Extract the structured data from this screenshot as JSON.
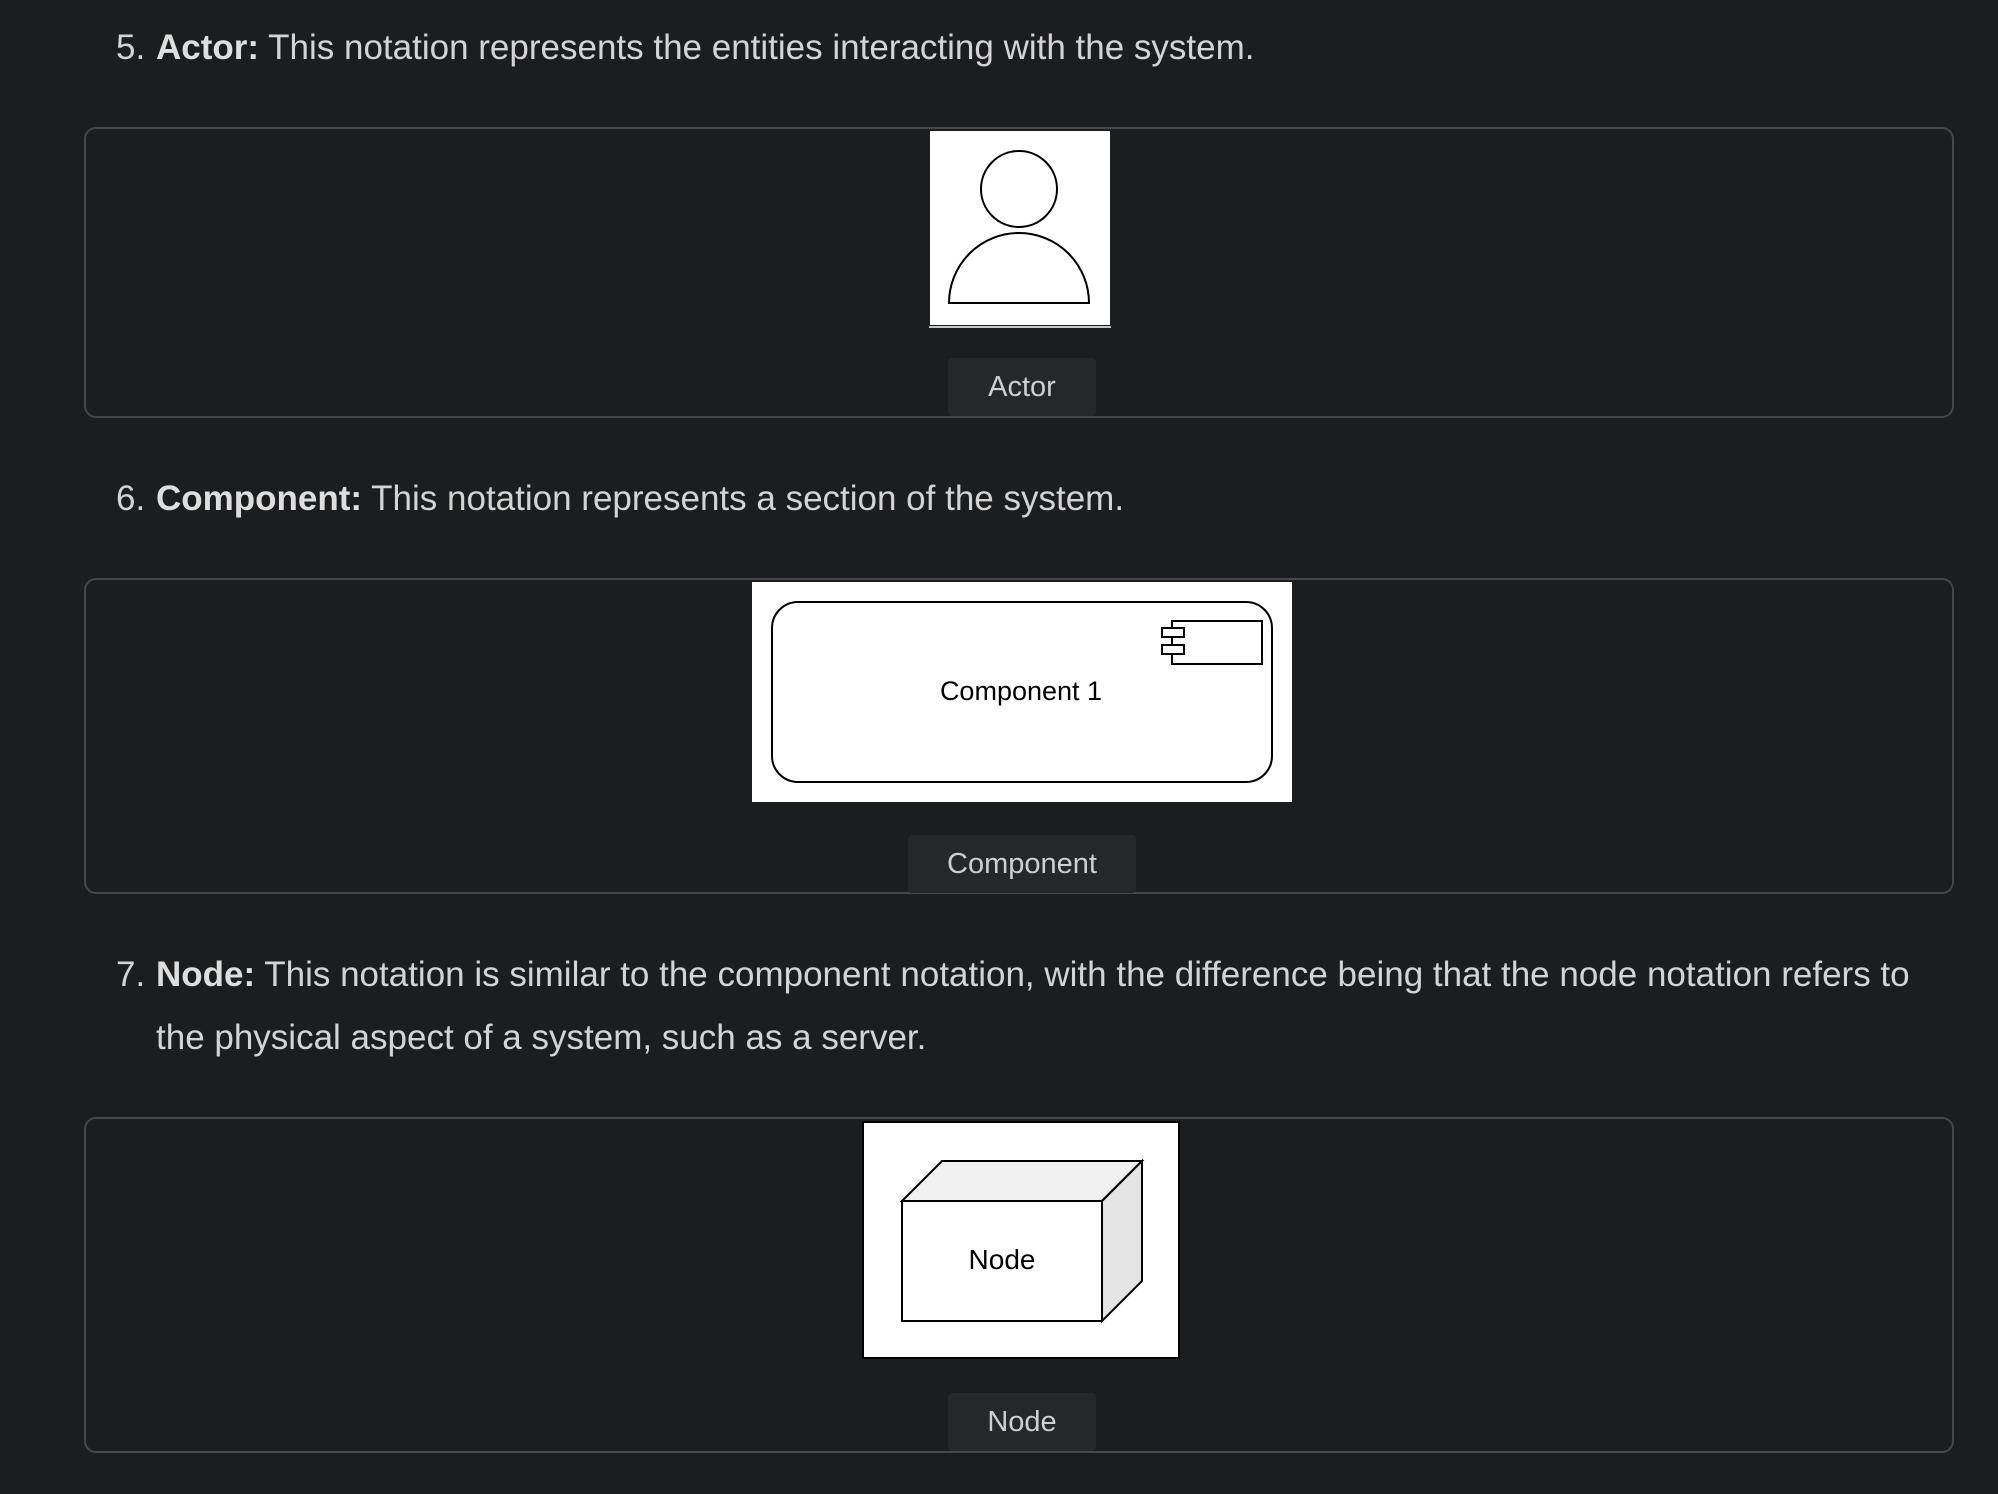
{
  "items": [
    {
      "number": "5.",
      "term": "Actor:",
      "description": " This notation represents the entities interacting with the system.",
      "caption": "Actor"
    },
    {
      "number": "6.",
      "term": "Component:",
      "description": " This notation represents a section of the system.",
      "caption": "Component",
      "diagram_label": "Component 1"
    },
    {
      "number": "7.",
      "term": "Node:",
      "description": " This notation is similar to the component notation, with the difference being that the node notation refers to the physical aspect of a system, such as a server.",
      "caption": "Node",
      "diagram_label": "Node"
    }
  ]
}
